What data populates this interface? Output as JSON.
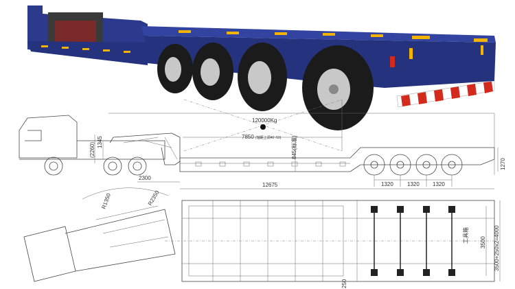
{
  "side_view": {
    "load_capacity": "120000Kg",
    "center_distance": "7850",
    "center_note": "(轴距上调40~50)",
    "deck_height_note": "845(标准)",
    "overall_length": "12675",
    "kingpin_offset": "2300",
    "axle_spacing": [
      "1320",
      "1320",
      "1320"
    ],
    "rear_height": "1270",
    "gooseneck_height": "1345",
    "fifth_wheel_height": "(2260)"
  },
  "plan_view": {
    "swing_radius_front": "R1350",
    "swing_radius_rear": "R2350",
    "deck_width": "3500",
    "extended_width": "3500+250x2=4000",
    "extension": "250",
    "toolbox_label": "工具箱"
  },
  "colors": {
    "frame": "#2b3a8c",
    "reflector": "#f2b400",
    "tire": "#1b1b1b",
    "rim": "#c8c8c8",
    "bumper_red": "#d42a1e"
  }
}
